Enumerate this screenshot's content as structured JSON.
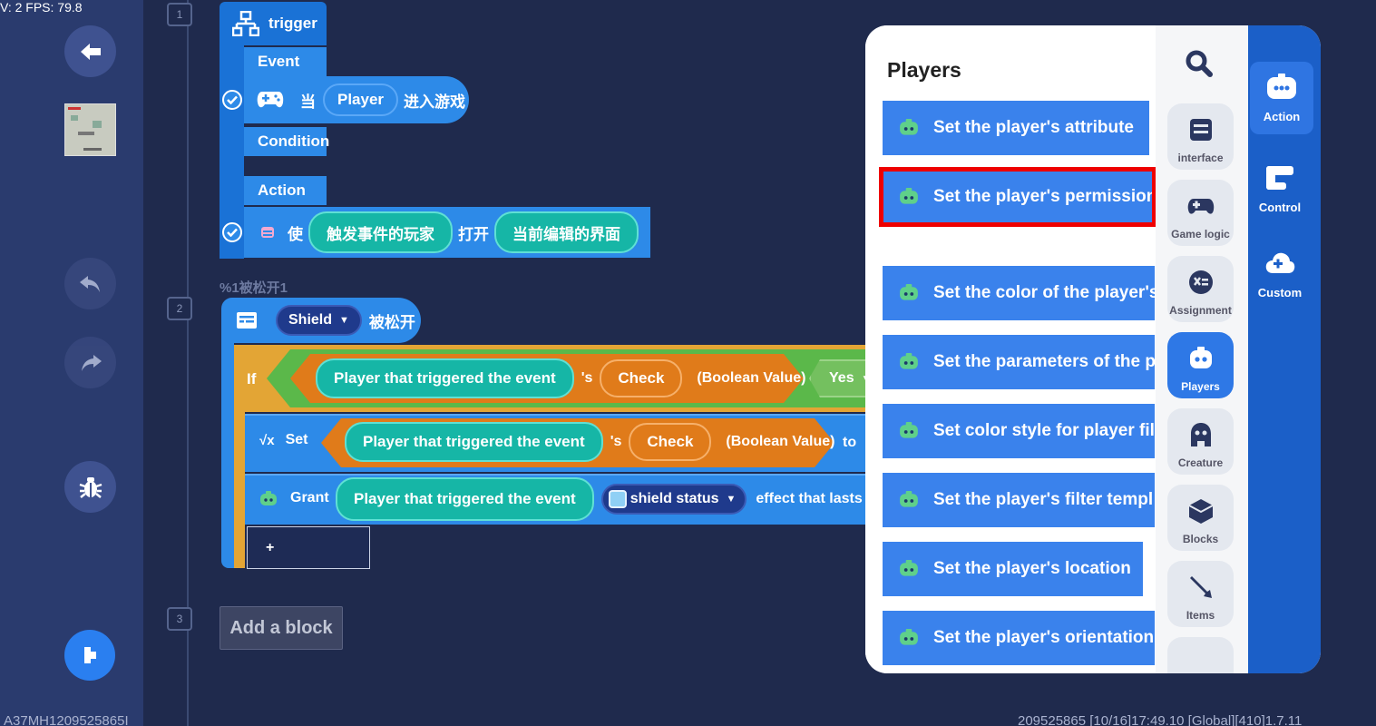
{
  "debug": {
    "fps_text": "V: 2 FPS: 79.8"
  },
  "left_sidebar": {
    "buttons": [
      "back-arrow-icon",
      "undo-icon",
      "redo-icon",
      "bug-icon",
      "run-icon"
    ]
  },
  "footer": {
    "left_text": "A37MH1209525865I",
    "right_text": "209525865   [10/16]17:49.10  [Global][410]1.7.11"
  },
  "steps": [
    "1",
    "2",
    "3"
  ],
  "script1": {
    "trigger_label": "trigger",
    "event_label": "Event",
    "event_block": {
      "when": "当",
      "player_pill": "Player",
      "enter": "进入游戏"
    },
    "condition_label": "Condition",
    "action_label": "Action",
    "action_block": {
      "make": "使",
      "target": "触发事件的玩家",
      "open": "打开",
      "ui": "当前编辑的界面"
    }
  },
  "script2": {
    "comment": "%1被松开1",
    "header": {
      "dropdown": "Shield",
      "released": "被松开"
    },
    "if_block": {
      "if_label": "If",
      "player_pill": "Player that triggered the event",
      "possessive": "'s",
      "check_pill": "Check",
      "type_label": "(Boolean Value)",
      "value_dropdown": "Yes"
    },
    "set_block": {
      "set_label": "Set",
      "player_pill": "Player that triggered the event",
      "possessive": "'s",
      "check_pill": "Check",
      "type_label": "(Boolean Value)",
      "to_label": "to"
    },
    "grant_block": {
      "grant_label": "Grant",
      "player_pill": "Player that triggered the event",
      "status_dropdown": "shield status",
      "effect_label": "effect that lasts pe"
    },
    "add_slot": "+"
  },
  "add_block_button": "Add a block",
  "panel": {
    "title": "Players",
    "items": [
      "Set the player's attribute",
      "Set the player's permission",
      "Set the color of the player's",
      "Set the parameters of the p",
      "Set color style for player filt",
      "Set the player's filter templ",
      "Set the player's location",
      "Set the player's orientation"
    ],
    "highlighted_index": 1,
    "categories": [
      {
        "label": "interface",
        "icon": "interface-icon"
      },
      {
        "label": "Game logic",
        "icon": "gamepad-icon"
      },
      {
        "label": "Assignment",
        "icon": "assignment-icon"
      },
      {
        "label": "Players",
        "icon": "players-icon",
        "active": true
      },
      {
        "label": "Creature",
        "icon": "creature-icon"
      },
      {
        "label": "Blocks",
        "icon": "blocks-icon"
      },
      {
        "label": "Items",
        "icon": "items-icon"
      }
    ],
    "tabs": [
      {
        "label": "Action",
        "icon": "action-icon",
        "active": true
      },
      {
        "label": "Control",
        "icon": "control-icon"
      },
      {
        "label": "Custom",
        "icon": "custom-icon"
      }
    ]
  },
  "colors": {
    "sidebar": "#2a3b6e",
    "canvas": "#1f2a4d",
    "accent_blue": "#2d8ae8",
    "teal": "#16b6a6",
    "orange": "#e07b1a",
    "if_block": "#e3a535",
    "highlight": "#ee0000"
  }
}
